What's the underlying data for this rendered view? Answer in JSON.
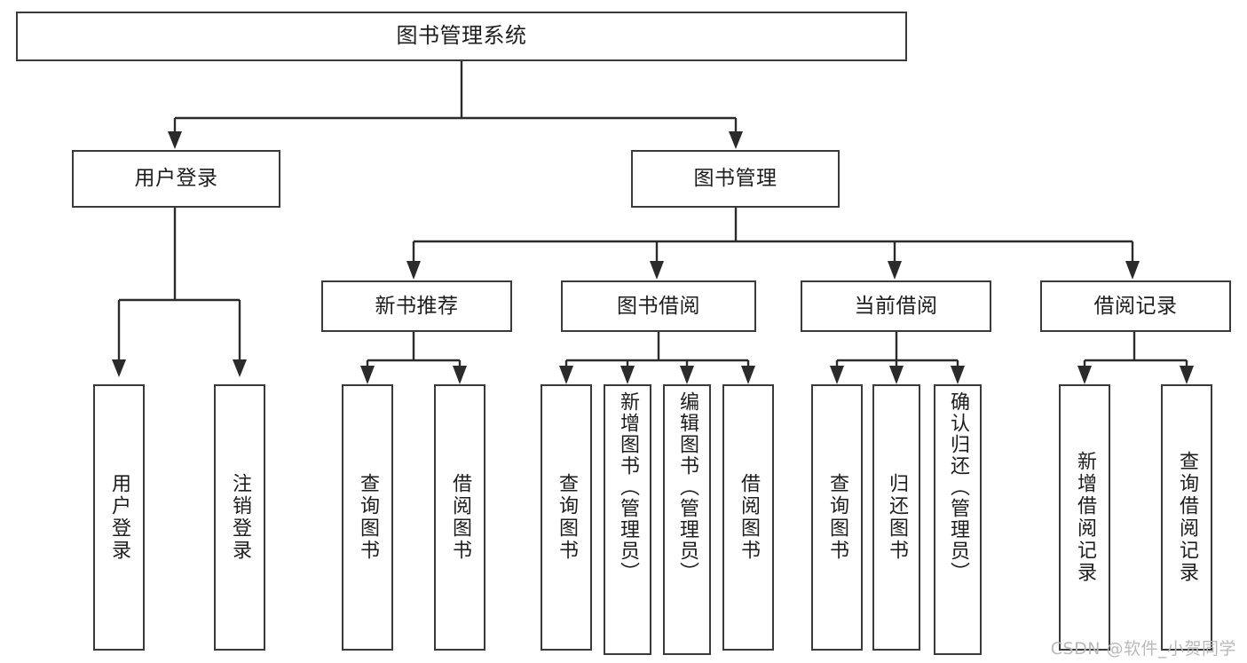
{
  "diagram": {
    "title": "图书管理系统",
    "type": "hierarchy-tree",
    "root": {
      "label": "图书管理系统"
    },
    "level2": [
      {
        "label": "用户登录"
      },
      {
        "label": "图书管理"
      }
    ],
    "level3": [
      {
        "label": "新书推荐"
      },
      {
        "label": "图书借阅"
      },
      {
        "label": "当前借阅"
      },
      {
        "label": "借阅记录"
      }
    ],
    "leaves": {
      "user_login": [
        {
          "label": "用户登录"
        },
        {
          "label": "注销登录"
        }
      ],
      "new_book_recommend": [
        {
          "label": "查询图书"
        },
        {
          "label": "借阅图书"
        }
      ],
      "book_borrow": [
        {
          "label": "查询图书"
        },
        {
          "label": "新增图书（管理员）"
        },
        {
          "label": "编辑图书（管理员）"
        },
        {
          "label": "借阅图书"
        }
      ],
      "current_borrow": [
        {
          "label": "查询图书"
        },
        {
          "label": "归还图书"
        },
        {
          "label": "确认归还（管理员）"
        }
      ],
      "borrow_record": [
        {
          "label": "新增借阅记录"
        },
        {
          "label": "查询借阅记录"
        }
      ]
    }
  },
  "watermark": {
    "text": "CSDN @软件_小贺同学"
  },
  "colors": {
    "box_border": "#3a3a3a",
    "connector": "#2b2b2b",
    "text": "#1d1d1d",
    "background": "#ffffff",
    "watermark": "#b9b9b9"
  }
}
